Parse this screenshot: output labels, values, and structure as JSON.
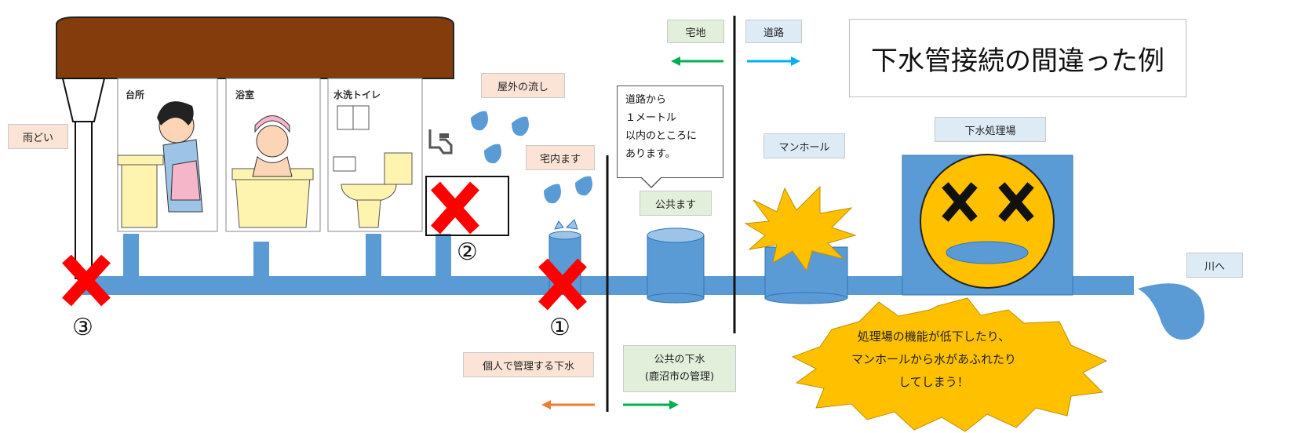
{
  "title": "下水管接続の間違った例",
  "labels": {
    "ame_doi": "雨どい",
    "okugai": "屋外の流し",
    "takunai": "宅内ます",
    "takuchi": "宅地",
    "doro": "道路",
    "manhole": "マンホール",
    "treatment": "下水処理場",
    "kokyo_masu": "公共ます",
    "kawa": "川へ",
    "kojin": "個人で管理する下水",
    "kokyo_gesui": "公共の下水\n(鹿沼市の管理)"
  },
  "callout": "道路から\n１メートル\n以内のところに\nあります。",
  "warning": "処理場の機能が低下したり、\nマンホールから水があふれたり\nしてしまう！",
  "rooms": {
    "kitchen": "台所",
    "bath": "浴室",
    "toilet": "水洗トイレ"
  },
  "markers": [
    "①",
    "②",
    "③"
  ],
  "colors": {
    "pipe": "#5b9bd5",
    "roof": "#843c0c",
    "cross": "#ff0000",
    "warning_fill": "#ffc000",
    "arrow_green": "#00b050",
    "arrow_blue": "#00b0f0",
    "arrow_orange": "#ed7d31"
  }
}
